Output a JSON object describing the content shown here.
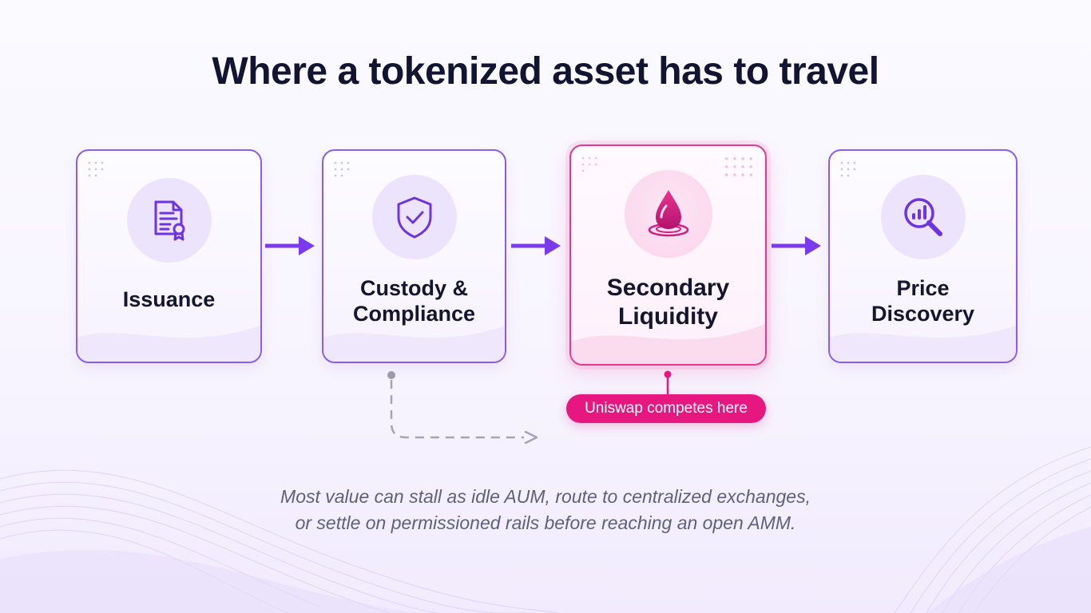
{
  "title": "Where a tokenized asset has to travel",
  "steps": [
    {
      "label": "Issuance",
      "icon": "certificate-document-icon",
      "highlighted": false
    },
    {
      "label": "Custody &\nCompliance",
      "icon": "shield-check-icon",
      "highlighted": false
    },
    {
      "label": "Secondary\nLiquidity",
      "icon": "liquidity-drop-icon",
      "highlighted": true
    },
    {
      "label": "Price\nDiscovery",
      "icon": "magnifier-chart-icon",
      "highlighted": false
    }
  ],
  "callout": "Uniswap competes here",
  "caption": {
    "line1": "Most value can stall as idle AUM, route to centralized exchanges,",
    "line2": "or settle on permissioned rails before reaching an open AMM."
  },
  "colors": {
    "primary": "#7c3aed",
    "accent": "#e6187f",
    "title": "#111531",
    "dashed_path": "#a6a3b8"
  }
}
